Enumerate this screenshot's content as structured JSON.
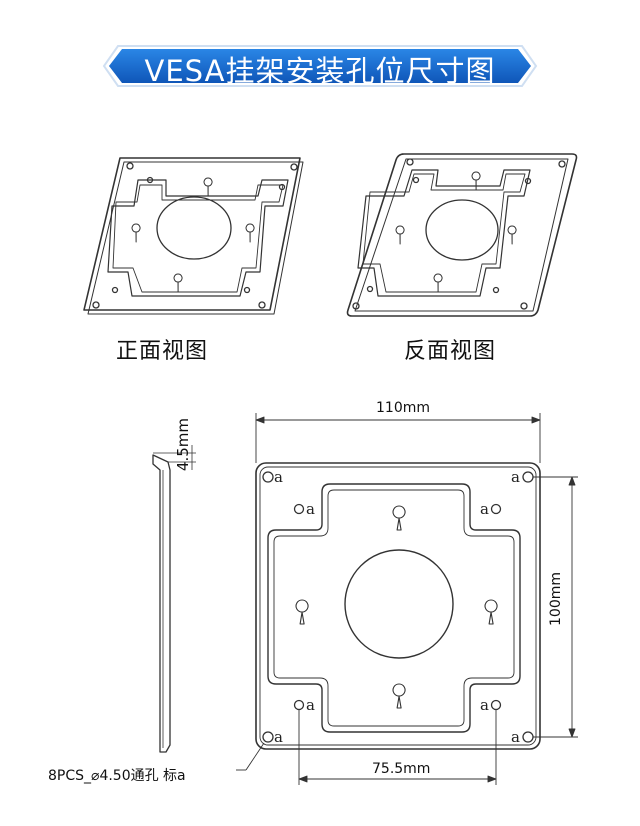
{
  "title": "VESA挂架安装孔位尺寸图",
  "views": {
    "front_label": "正面视图",
    "back_label": "反面视图"
  },
  "dimensions": {
    "width": "110mm",
    "height": "100mm",
    "inner": "75.5mm",
    "thickness": "4.5mm"
  },
  "hole_label": "a",
  "note": "8PCS_⌀4.50通孔  标a",
  "colors": {
    "banner": "#1565c8",
    "banner_dark": "#0d3f8f",
    "line": "#333333"
  }
}
